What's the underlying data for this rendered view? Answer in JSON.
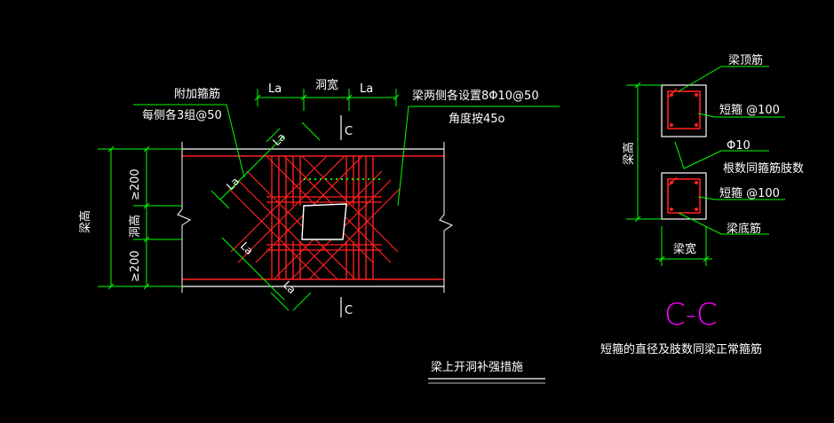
{
  "colors": {
    "background": "#000000",
    "dimension": "#00ff00",
    "rebar": "#ff2020",
    "concrete_outline": "#ffffff",
    "section_label": "#ff00ff"
  },
  "elevation": {
    "dim_top": {
      "left": "La",
      "center": "洞宽",
      "right": "La"
    },
    "dim_left": {
      "overall": "梁高",
      "hole": "洞高",
      "upper": "≥200",
      "lower": "≥200"
    },
    "notes": {
      "extra_stirrup_line1": "附加箍筋",
      "extra_stirrup_line2": "每侧各3组@50",
      "side_bars_line1": "梁两侧各设置8Φ10@50",
      "side_bars_line2": "角度按45o"
    },
    "diag_labels": [
      "La",
      "La",
      "La",
      "La"
    ],
    "cut_marks": [
      "C",
      "C"
    ]
  },
  "section": {
    "label_top_bars": "梁顶筋",
    "label_short_stirrup_top": "短箍 @100",
    "label_phi10": "Φ10",
    "label_count": "根数同箍筋肢数",
    "label_short_stirrup_bottom": "短箍 @100",
    "label_bottom_bars": "梁底筋",
    "label_height": "梁高",
    "label_width": "梁宽",
    "section_mark": "C-C",
    "note": "短箍的直径及肢数同梁正常箍筋"
  },
  "drawing_title": "梁上开洞补强措施"
}
